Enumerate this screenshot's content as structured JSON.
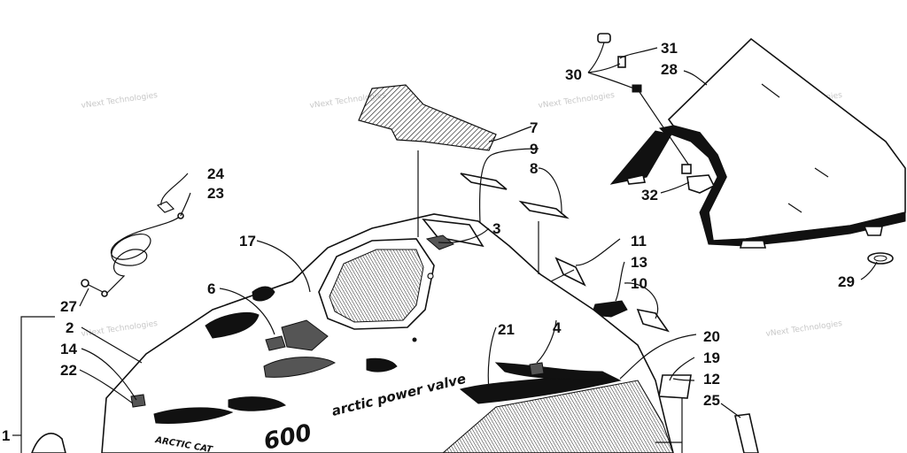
{
  "watermark": "vNext Technologies",
  "callouts": {
    "c1": "1",
    "c2": "2",
    "c3": "3",
    "c4": "4",
    "c6": "6",
    "c7": "7",
    "c8": "8",
    "c9": "9",
    "c10": "10",
    "c11": "11",
    "c12": "12",
    "c13": "13",
    "c14": "14",
    "c17": "17",
    "c19": "19",
    "c20": "20",
    "c21": "21",
    "c22": "22",
    "c23": "23",
    "c24": "24",
    "c25": "25",
    "c27": "27",
    "c28": "28",
    "c29": "29",
    "c30": "30",
    "c31": "31",
    "c32": "32"
  },
  "decals": {
    "brand": "ARCTIC CAT",
    "model_stripe": "arctic power valve",
    "model_number": "600"
  }
}
